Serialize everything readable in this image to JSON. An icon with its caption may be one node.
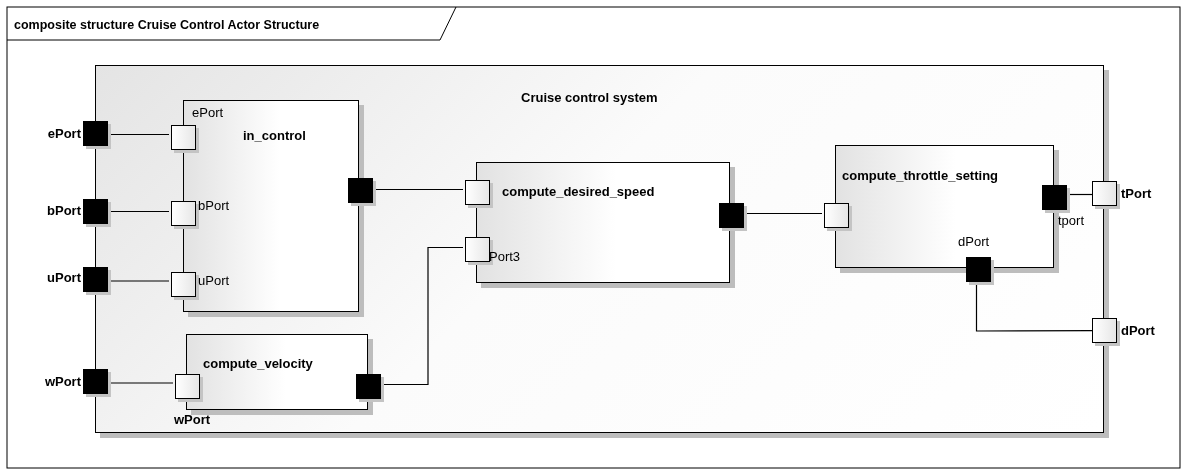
{
  "diagram": {
    "title": "composite structure Cruise Control Actor Structure",
    "nodes": [
      {
        "text": [
          "Cruise control system"
        ]
      },
      {
        "text": [
          "in_control"
        ],
        "in": 0
      },
      {
        "text": [
          "compute_velocity"
        ],
        "in": 0
      },
      {
        "text": [
          "compute_desired_speed"
        ],
        "in": 0
      },
      {
        "text": [
          "compute_throttle_setting"
        ],
        "in": 0
      },
      {
        "text": [
          "ePort"
        ]
      },
      {
        "text": [
          "bPort"
        ]
      },
      {
        "text": [
          "uPort"
        ]
      },
      {
        "text": [
          "wPort"
        ]
      },
      {
        "text": [
          "ePort"
        ],
        "in": 1
      },
      {
        "text": [
          "bPort"
        ],
        "in": 1
      },
      {
        "text": [
          "uPort"
        ],
        "in": 1
      },
      {
        "text": [],
        "shape": "box",
        "in": 1
      },
      {
        "text": [
          "wPort"
        ],
        "in": 2
      },
      {
        "text": [],
        "shape": "box",
        "in": 2
      },
      {
        "text": [],
        "shape": "box",
        "in": 3
      },
      {
        "text": [
          "Port3"
        ],
        "in": 3
      },
      {
        "text": [],
        "shape": "box",
        "in": 3
      },
      {
        "text": [],
        "shape": "box",
        "in": 4
      },
      {
        "text": [
          "tport"
        ],
        "in": 4
      },
      {
        "text": [
          "dPort"
        ],
        "in": 4
      },
      {
        "text": [
          "tPort"
        ]
      },
      {
        "text": [
          "dPort"
        ]
      }
    ],
    "edges": [
      {
        "from": 5,
        "to": 9,
        "arrow": "none"
      },
      {
        "from": 6,
        "to": 10,
        "arrow": "none"
      },
      {
        "from": 7,
        "to": 11,
        "arrow": "none"
      },
      {
        "from": 8,
        "to": 13,
        "arrow": "none"
      },
      {
        "from": 12,
        "to": 15,
        "arrow": "none"
      },
      {
        "from": 14,
        "to": 16,
        "arrow": "none"
      },
      {
        "from": 17,
        "to": 18,
        "arrow": "none"
      },
      {
        "from": 19,
        "to": 21,
        "arrow": "none"
      },
      {
        "from": 20,
        "to": 22,
        "arrow": "none"
      }
    ]
  }
}
